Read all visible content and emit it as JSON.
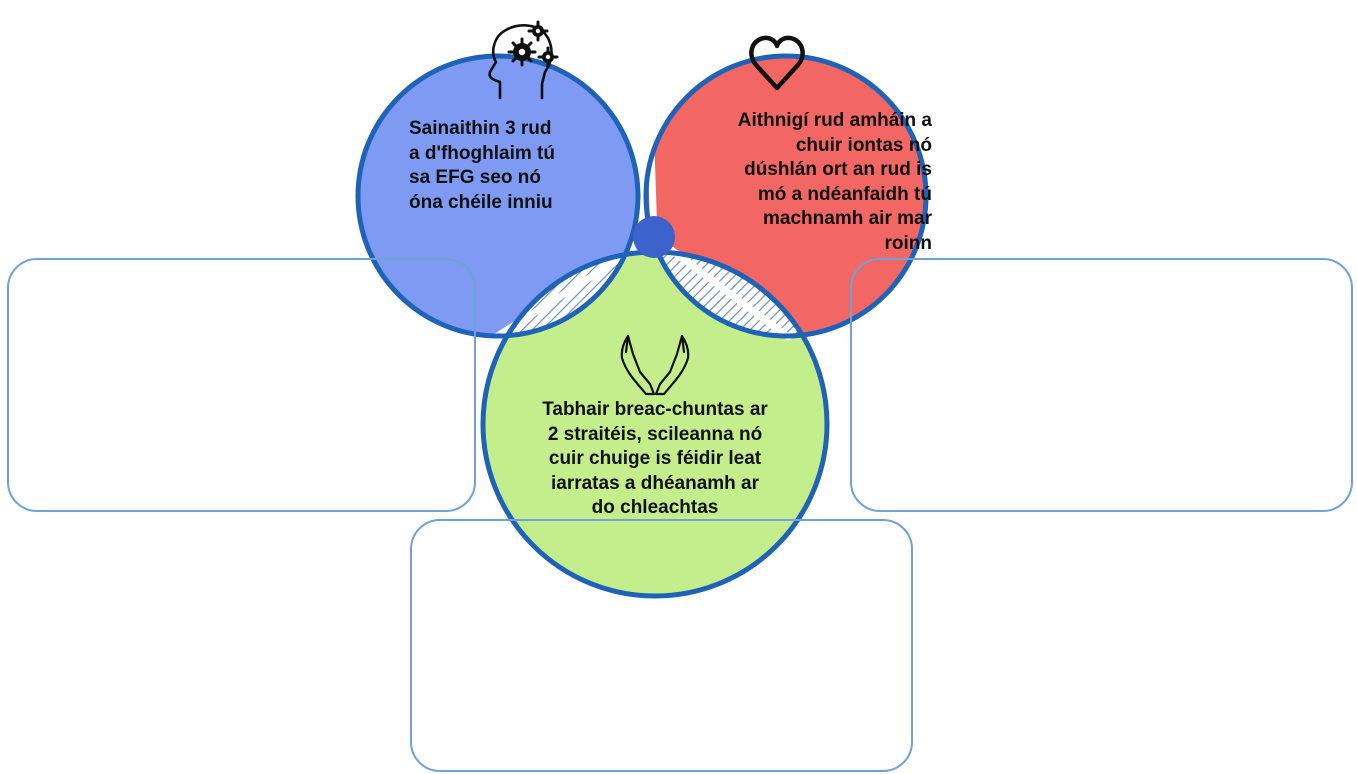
{
  "colors": {
    "blue_circle": "#7f9af2",
    "red_circle": "#f26764",
    "green_circle": "#c4ee8c",
    "circle_stroke": "#1e63b8",
    "box_border": "#6fa2d6",
    "center_dot": "#3e62cc",
    "hatch": "#6f8fb5"
  },
  "circles": {
    "blue": {
      "icon": "head-gears-icon",
      "text": "Sainaithin 3 rud\na d'fhoghlaim tú\nsa EFG seo nó\nóna chéile inniu"
    },
    "red": {
      "icon": "heart-icon",
      "text": "Aithnigí rud amháin a\nchuir iontas nó\ndúshlán ort an rud is\nmó a ndéanfaidh tú\nmachnamh air mar\nroinn"
    },
    "green": {
      "icon": "open-hands-icon",
      "text": "Tabhair breac-chuntas ar\n2 straitéis, scileanna nó\ncuir chuige is féidir leat\niarratas a dhéanamh ar\ndo chleachtas"
    }
  },
  "answer_boxes": {
    "left": "",
    "right": "",
    "bottom": ""
  }
}
